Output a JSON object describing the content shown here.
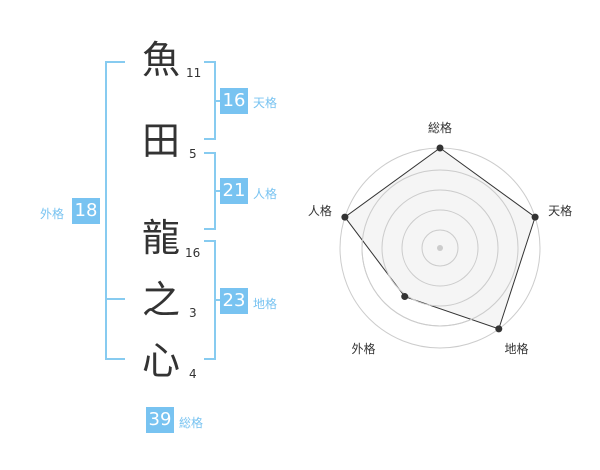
{
  "name": {
    "chars": [
      {
        "char": "魚",
        "strokes": "11"
      },
      {
        "char": "田",
        "strokes": "5"
      },
      {
        "char": "龍",
        "strokes": "16"
      },
      {
        "char": "之",
        "strokes": "3"
      },
      {
        "char": "心",
        "strokes": "4"
      }
    ]
  },
  "kaku": {
    "tenkaku": {
      "value": "16",
      "label": "天格"
    },
    "jinkaku": {
      "value": "21",
      "label": "人格"
    },
    "chikaku": {
      "value": "23",
      "label": "地格"
    },
    "gaikaku": {
      "value": "18",
      "label": "外格"
    },
    "soukaku": {
      "value": "39",
      "label": "総格"
    }
  },
  "chart_data": {
    "type": "radar",
    "axes": [
      "総格",
      "天格",
      "地格",
      "外格",
      "人格"
    ],
    "values": [
      1.0,
      1.0,
      1.0,
      0.6,
      1.0
    ],
    "rings": 4,
    "colors": {
      "fill": "#f2f2f2",
      "line": "#333333",
      "ring": "#cccccc",
      "point": "#333333"
    }
  }
}
